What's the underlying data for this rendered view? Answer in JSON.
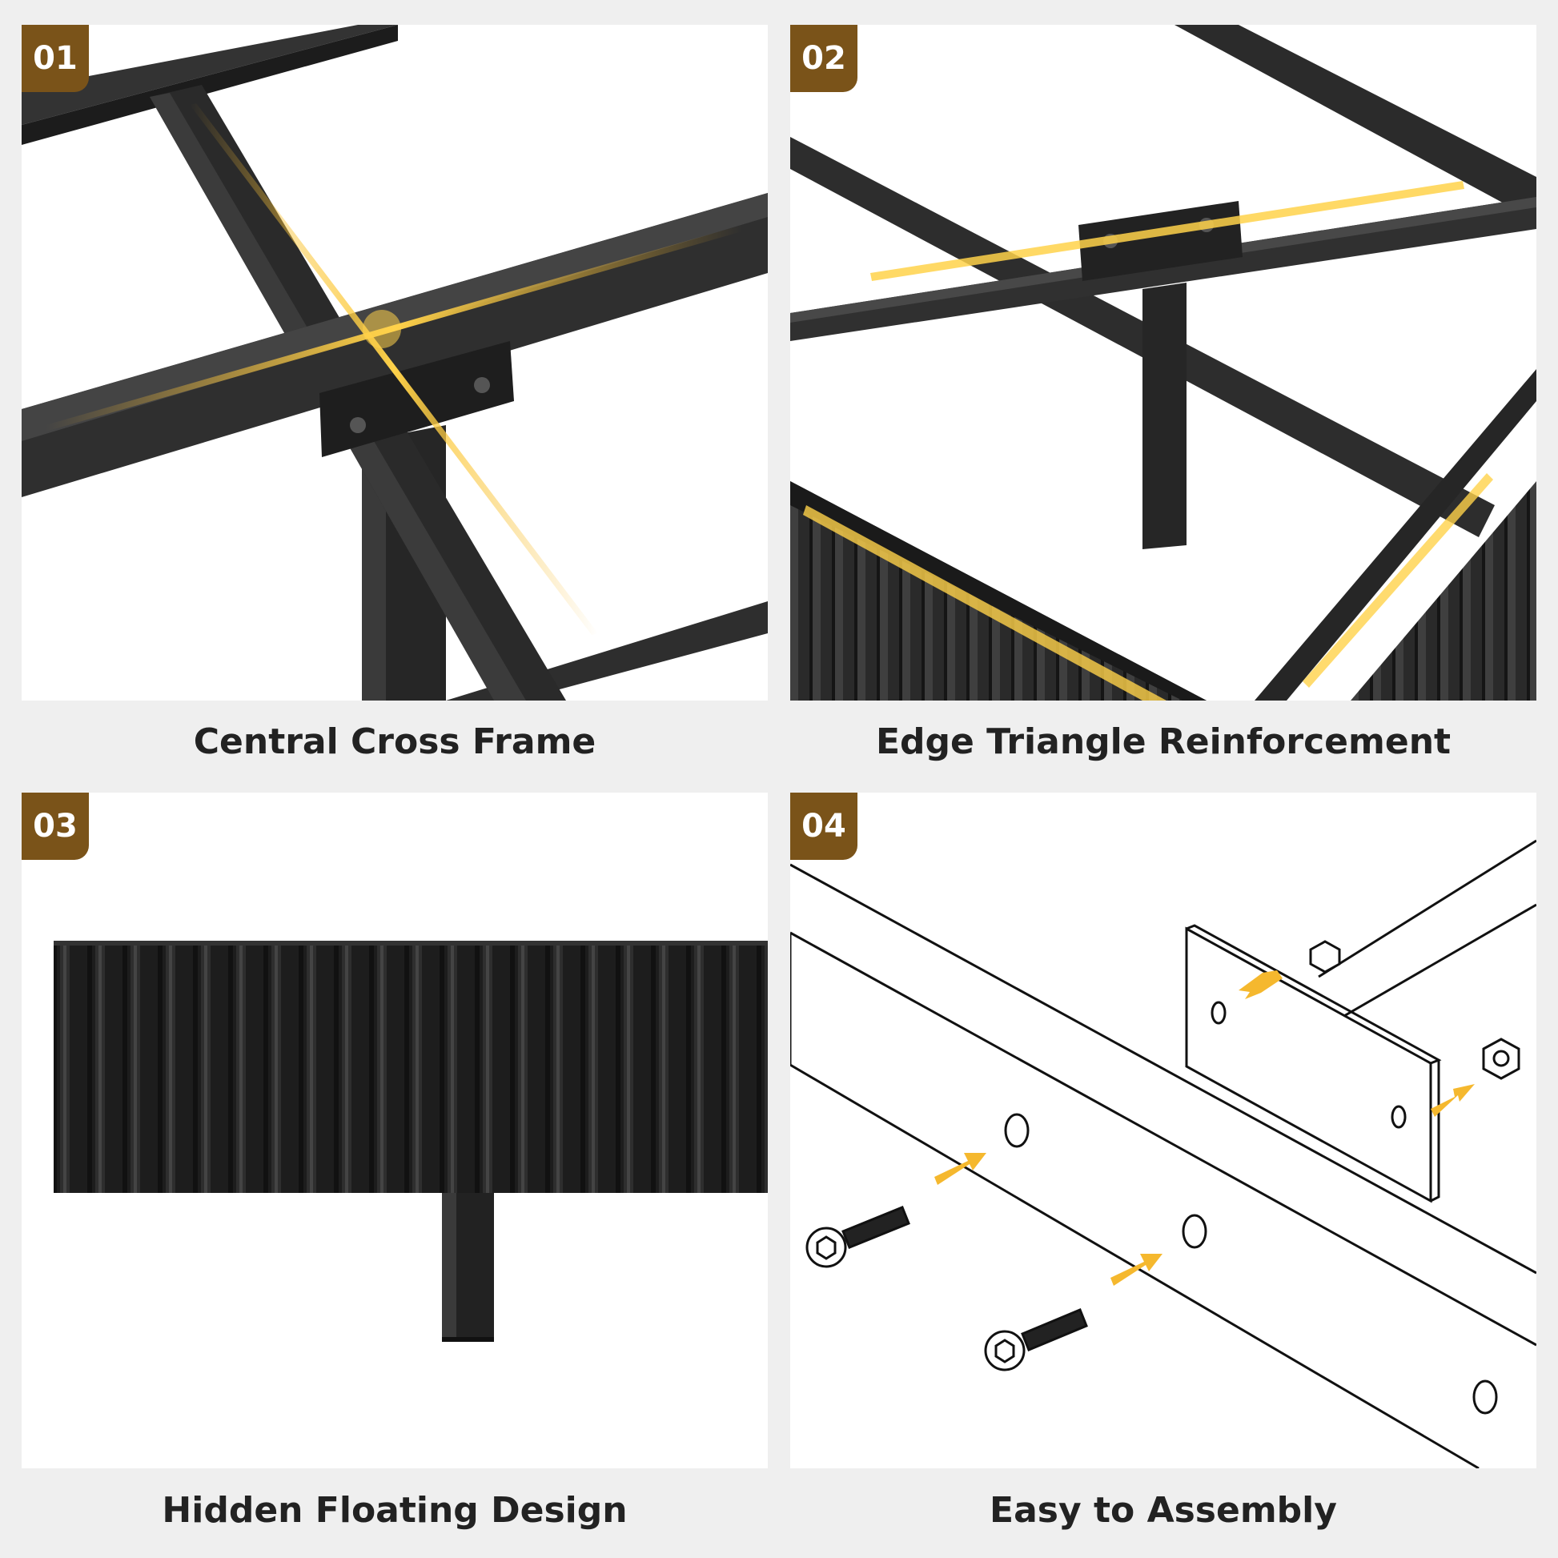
{
  "panels": [
    {
      "badge": "01",
      "caption": "Central Cross Frame"
    },
    {
      "badge": "02",
      "caption": "Edge Triangle Reinforcement"
    },
    {
      "badge": "03",
      "caption": "Hidden Floating Design"
    },
    {
      "badge": "04",
      "caption": "Easy to Assembly"
    }
  ],
  "colors": {
    "badge": "#7a5319",
    "steel": "#2b2b2b",
    "glow": "#f5b82e",
    "arrow": "#f5b82e",
    "background": "#efefef"
  }
}
